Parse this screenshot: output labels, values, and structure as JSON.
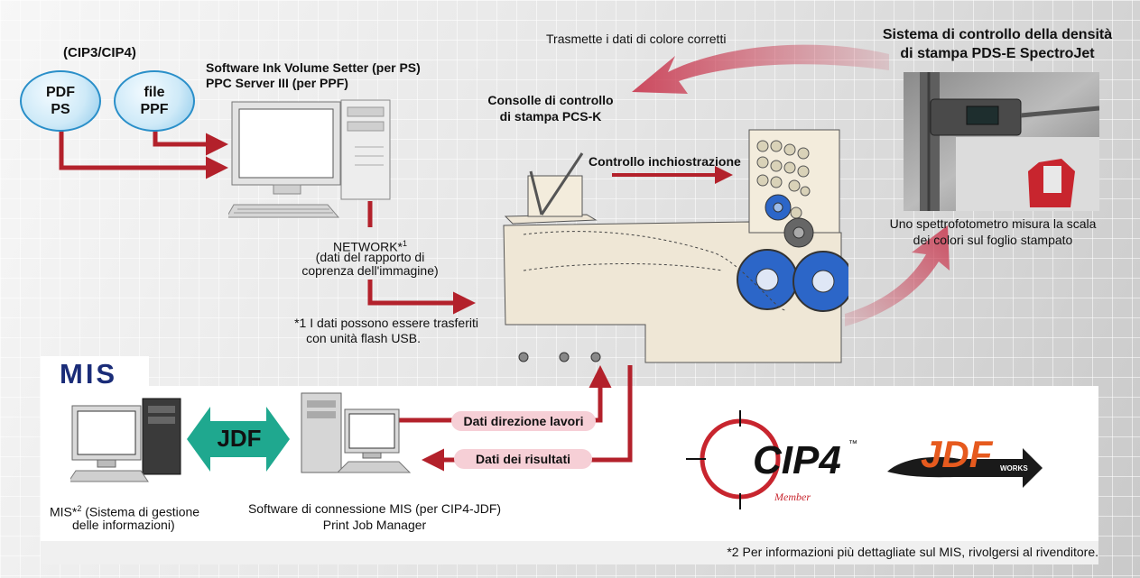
{
  "inputs": {
    "cip_label": "(CIP3/CIP4)",
    "bubble1": "PDF\nPS",
    "bubble2": "file\nPPF"
  },
  "software": {
    "line1": "Software Ink Volume Setter (per PS)",
    "line2": "PPC Server III (per PPF)"
  },
  "network": {
    "line1": "NETWORK*",
    "sup": "1",
    "line2": "(dati del rapporto di",
    "line3": "coprenza dell'immagine)"
  },
  "note1": {
    "line1": "*1 I dati possono essere trasferiti",
    "line2": "con unità flash USB."
  },
  "console": {
    "line1": "Consolle di controllo",
    "line2": "di stampa PCS-K"
  },
  "ink_control": "Controllo inchiostrazione",
  "transmit": "Trasmette i dati di colore corretti",
  "pds": {
    "line1": "Sistema di controllo della densità",
    "line2": "di stampa PDS-E SpectroJet"
  },
  "spectro": {
    "line1": "Uno spettrofotometro misura la scala",
    "line2": "dei colori sul foglio stampato"
  },
  "mis": {
    "title": "MIS",
    "caption1": "MIS*",
    "caption_sup": "2",
    "caption1b": " (Sistema di gestione",
    "caption2": "delle informazioni)"
  },
  "jdf_label": "JDF",
  "connection": {
    "line1": "Software di connessione MIS (per CIP4-JDF)",
    "line2": "Print Job Manager"
  },
  "pills": {
    "jobs": "Dati direzione lavori",
    "results": "Dati dei risultati"
  },
  "logos": {
    "cip4": "CIP4",
    "cip4_tm": "™",
    "cip4_member": "Member",
    "jdf": "JDF",
    "jdf_works": "WORKS"
  },
  "note2": "*2 Per informazioni più dettagliate sul MIS, rivolgersi al rivenditore.",
  "colors": {
    "arrow_red": "#b3212b",
    "pink_arrow": "#c9384f",
    "bubble_blue": "#2a8fc9",
    "jdf_teal": "#1fa88f",
    "mis_blue": "#1a2c78",
    "roller_blue": "#2c66c8"
  }
}
